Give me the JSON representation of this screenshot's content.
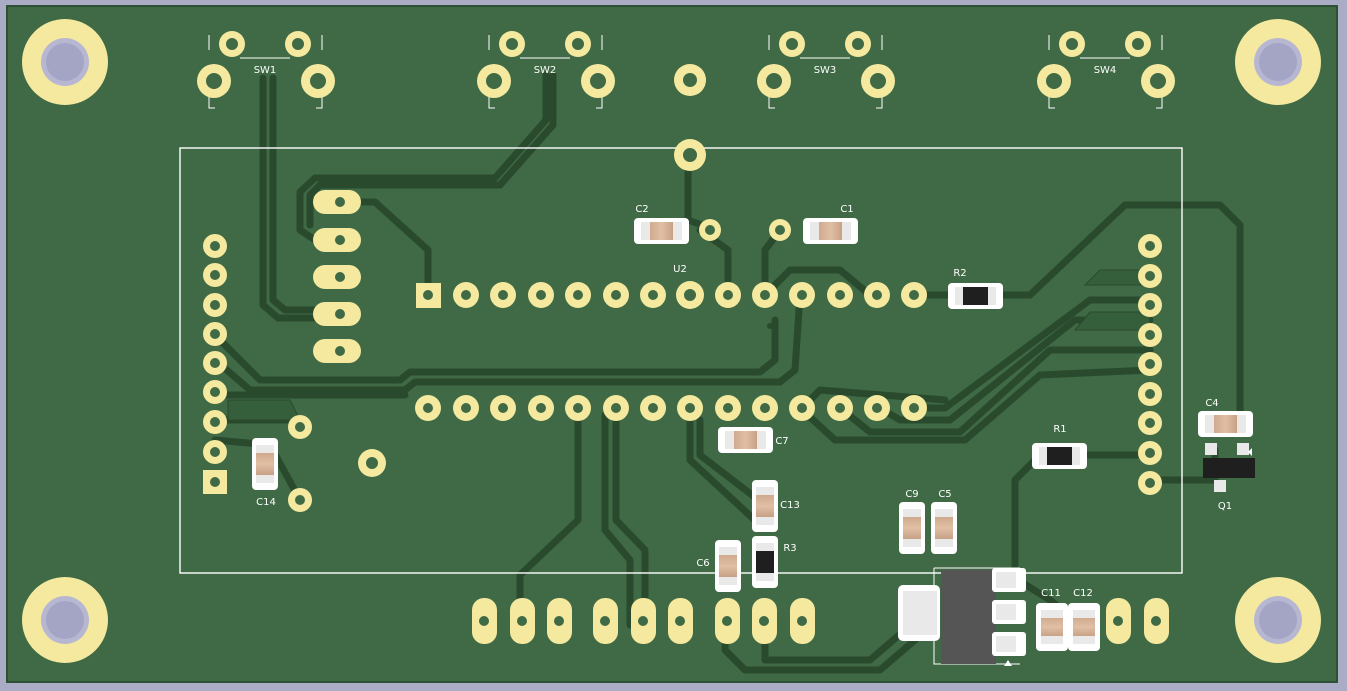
{
  "board": {
    "background_color": "#a9acc4",
    "soldermask_color": "#3f6a45",
    "trace_color": "#2a4a2e",
    "copper_color": "#f5e9a0",
    "drill_color": "#b7b7d2",
    "silkscreen_color": "#ffffff"
  },
  "labels": {
    "sw1": "SW1",
    "sw2": "SW2",
    "sw3": "SW3",
    "sw4": "SW4",
    "u2": "U2",
    "c1": "C1",
    "c2": "C2",
    "c4": "C4",
    "c5": "C5",
    "c6": "C6",
    "c7": "C7",
    "c9": "C9",
    "c11": "C11",
    "c12": "C12",
    "c13": "C13",
    "c14": "C14",
    "r1": "R1",
    "r2": "R2",
    "r3": "R3",
    "q1": "Q1"
  }
}
